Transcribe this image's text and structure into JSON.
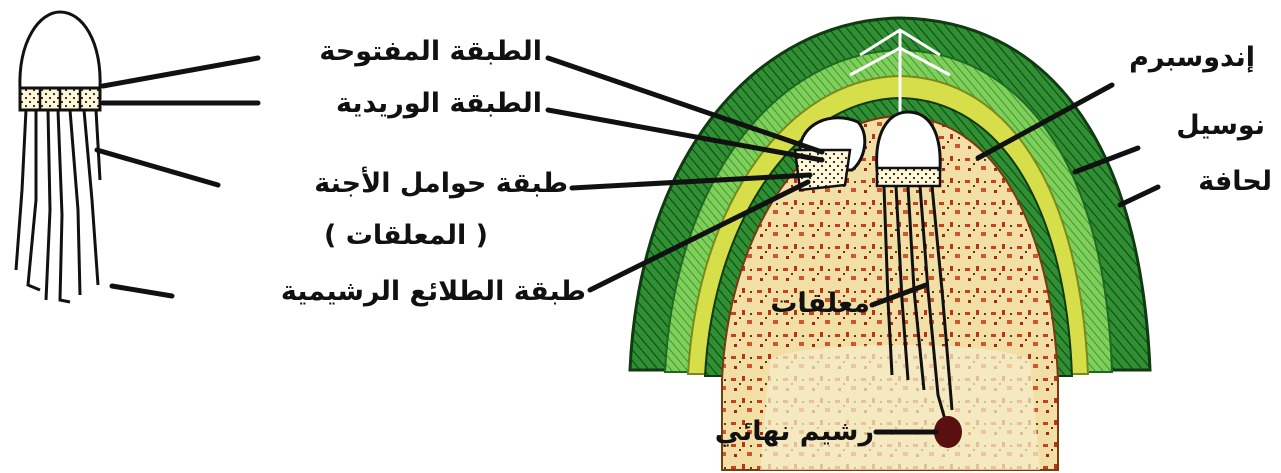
{
  "labels": {
    "open_layer": "الطبقة المفتوحة",
    "rosette_layer": "الطبقة الوريدية",
    "suspensor_layer": "طبقة حوامل الأجنة",
    "suspensor_layer_note": "( المعلقات )",
    "embryo_layer": "طبقة الطلائع الرشيمية",
    "endosperm": "إندوسبرم",
    "nucellus": "نوسيل",
    "integument": "لحافة",
    "suspensors": "معلقات",
    "final_embryo": "رشيم نهائي"
  },
  "colors": {
    "integument_dark": "#1f7a2a",
    "integument_light": "#5cbf4a",
    "nucellus_yellow": "#d8e24a",
    "endosperm_base": "#f3dca0",
    "endosperm_speckle": "#c8401c",
    "embryo_dark": "#5a1010",
    "line": "#111111"
  }
}
